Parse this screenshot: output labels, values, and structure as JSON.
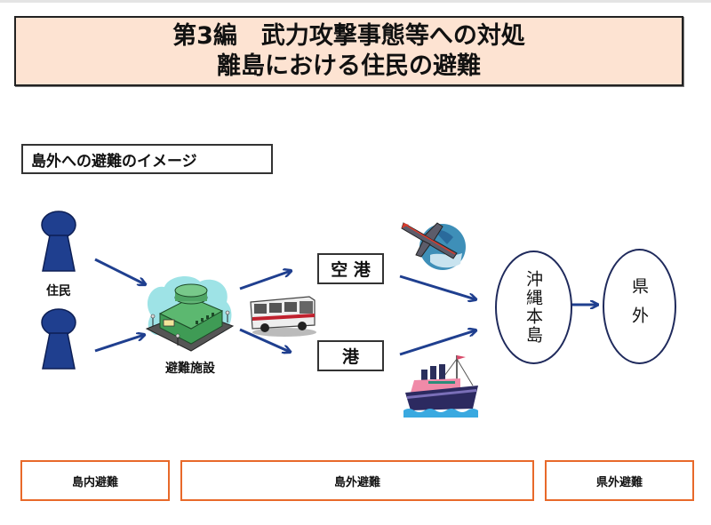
{
  "header": {
    "title_line1": "第3編　武力攻撃事態等への対処",
    "title_line2": "離島における住民の避難",
    "background_color": "#fde3d2"
  },
  "diagram": {
    "subtitle": "島外への避難のイメージ",
    "residents": {
      "label": "住民",
      "icon": "person-icon",
      "color": "#1f3f8f"
    },
    "evacuation_facility": {
      "label": "避難施設",
      "icon": "building-icon"
    },
    "transport_icon": "bus-icon",
    "airport": {
      "label": "空 港",
      "icon": "airplane-icon"
    },
    "port": {
      "label": "港",
      "icon": "ship-icon"
    },
    "okinawa_main_island": {
      "label": "沖縄本島"
    },
    "outside_prefecture": {
      "label": "県外"
    },
    "arrow_color": "#1f3f8f"
  },
  "phases": [
    {
      "label": "島内避難"
    },
    {
      "label": "島外避難"
    },
    {
      "label": "県外避難"
    }
  ],
  "phase_border_color": "#e8692a"
}
